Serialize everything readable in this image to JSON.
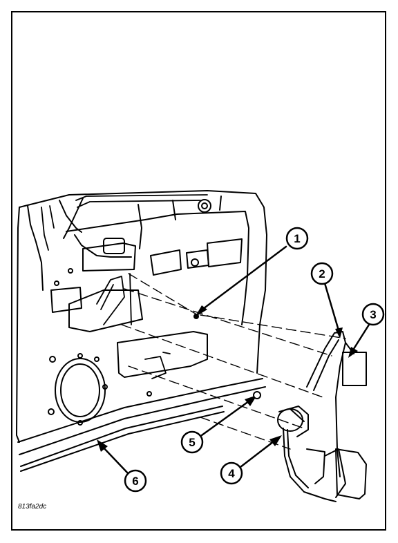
{
  "diagram": {
    "callouts": [
      {
        "id": "1",
        "label": "1"
      },
      {
        "id": "2",
        "label": "2"
      },
      {
        "id": "3",
        "label": "3"
      },
      {
        "id": "4",
        "label": "4"
      },
      {
        "id": "5",
        "label": "5"
      },
      {
        "id": "6",
        "label": "6"
      }
    ],
    "figure_code": "813fa2dc"
  },
  "colors": {
    "ink": "#000000",
    "paper": "#ffffff"
  }
}
